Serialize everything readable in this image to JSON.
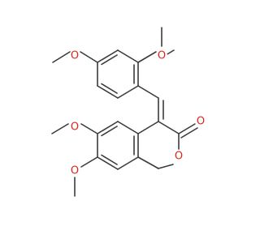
{
  "molecule": {
    "atoms": {
      "o_top_left": "O",
      "o_top_right": "O",
      "o_mid_left": "O",
      "o_low_left": "O",
      "o_carbonyl": "O",
      "o_ring": "O"
    },
    "colors": {
      "bond": "#3b3b3b",
      "oxygen": "#e2231a",
      "background": "#ffffff"
    }
  }
}
